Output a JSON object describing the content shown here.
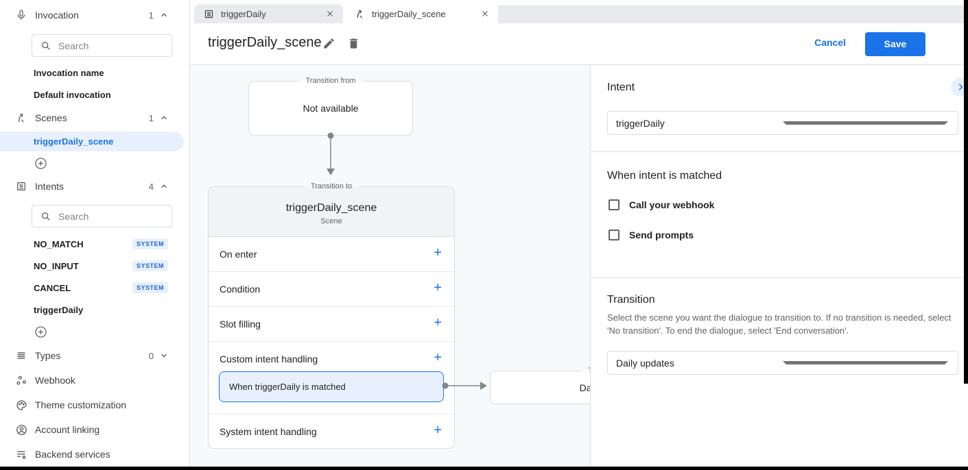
{
  "colors": {
    "accent": "#1a73e8",
    "selected_bg": "#e8f0fe",
    "badge_text": "#1967d2",
    "border": "#dadce0",
    "canvas_bg": "#f8f9fa"
  },
  "sidebar": {
    "invocation": {
      "label": "Invocation",
      "count": "1",
      "search_placeholder": "Search",
      "items": [
        {
          "label": "Invocation name"
        },
        {
          "label": "Default invocation"
        }
      ]
    },
    "scenes": {
      "label": "Scenes",
      "count": "1",
      "selected_item": "triggerDaily_scene"
    },
    "intents": {
      "label": "Intents",
      "count": "4",
      "search_placeholder": "Search",
      "items": [
        {
          "name": "NO_MATCH",
          "badge": "SYSTEM"
        },
        {
          "name": "NO_INPUT",
          "badge": "SYSTEM"
        },
        {
          "name": "CANCEL",
          "badge": "SYSTEM"
        },
        {
          "name": "triggerDaily",
          "badge": ""
        }
      ]
    },
    "footer": [
      {
        "label": "Types",
        "count": "0"
      },
      {
        "label": "Webhook"
      },
      {
        "label": "Theme customization"
      },
      {
        "label": "Account linking"
      },
      {
        "label": "Backend services"
      }
    ]
  },
  "tabs": [
    {
      "label": "triggerDaily",
      "icon": "intent-icon"
    },
    {
      "label": "triggerDaily_scene",
      "icon": "scene-icon"
    }
  ],
  "header": {
    "title": "triggerDaily_scene",
    "cancel_label": "Cancel",
    "save_label": "Save"
  },
  "canvas": {
    "from_box": {
      "legend": "Transition from",
      "text": "Not available"
    },
    "scene_card": {
      "legend": "Transition to",
      "title": "triggerDaily_scene",
      "subtitle": "Scene",
      "plus_glyph": "+",
      "rows": [
        {
          "label": "On enter"
        },
        {
          "label": "Condition"
        },
        {
          "label": "Slot filling"
        },
        {
          "label": "Custom intent handling",
          "child": "When triggerDaily is matched"
        },
        {
          "label": "System intent handling"
        }
      ]
    },
    "next_box": {
      "legend": "Transition to",
      "text": "Daily updates"
    }
  },
  "panel": {
    "intent": {
      "heading": "Intent",
      "value": "triggerDaily"
    },
    "matched": {
      "heading": "When intent is matched",
      "checkboxes": [
        {
          "label": "Call your webhook"
        },
        {
          "label": "Send prompts"
        }
      ]
    },
    "transition": {
      "heading": "Transition",
      "description": "Select the scene you want the dialogue to transition to. If no transition is needed, select 'No transition'. To end the dialogue, select 'End conversation'.",
      "value": "Daily updates"
    }
  }
}
